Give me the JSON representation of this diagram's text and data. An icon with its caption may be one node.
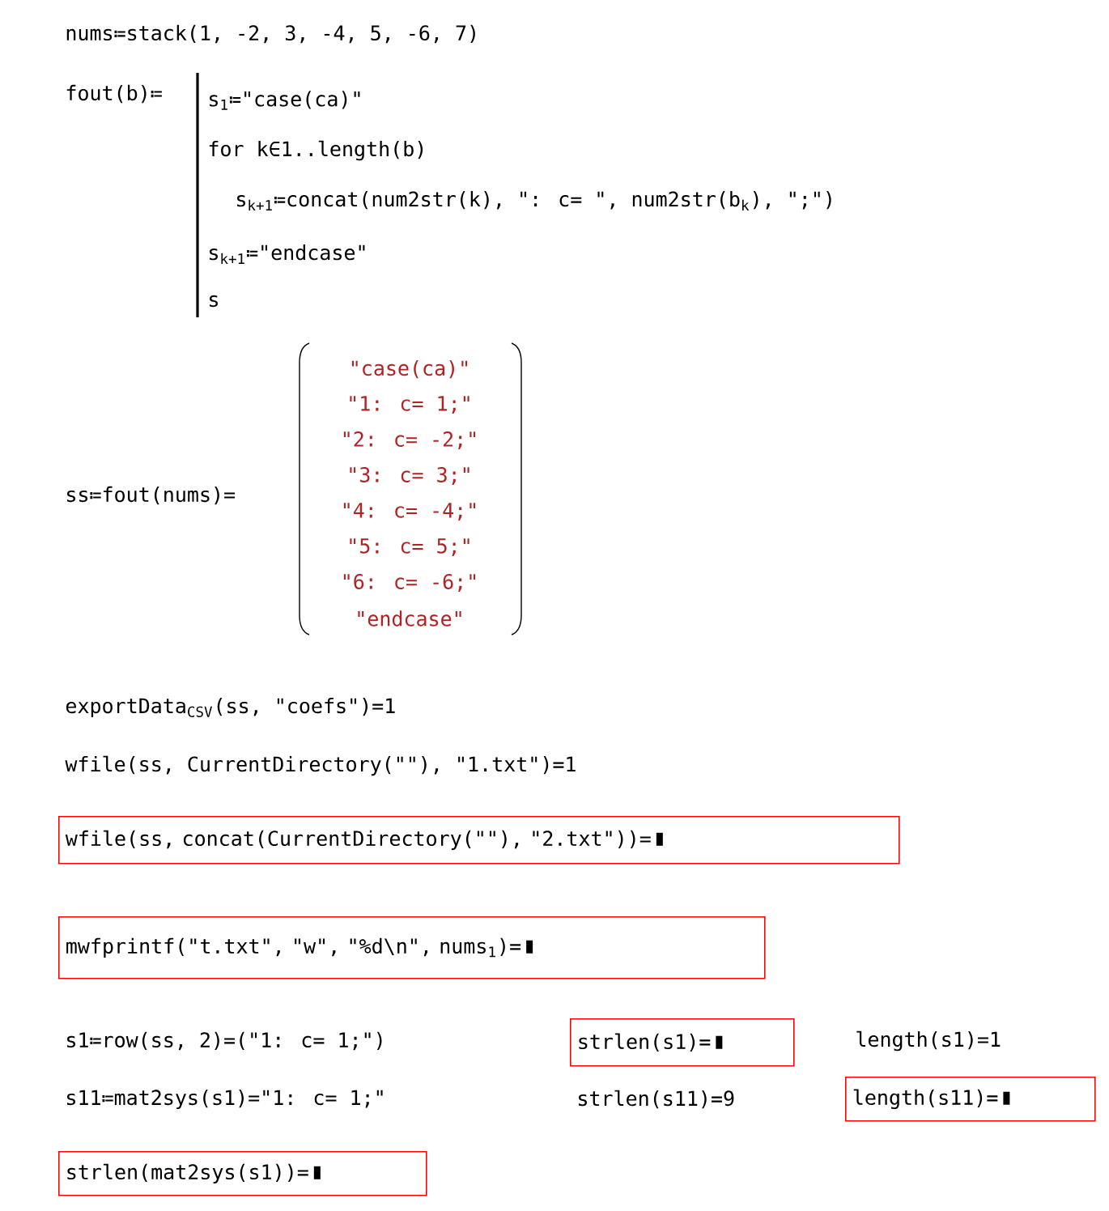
{
  "diagram": {
    "nodes": [
      {
        "text": [
          "wfile(ss, concat(CurrentDirectory(\"\"), \"2.txt\"))="
        ]
      },
      {
        "text": [
          "mwfprintf(\"t.txt\", \"w\", \"%d\\n\", nums$_{1}$)="
        ]
      },
      {
        "text": [
          "strlen(s1)="
        ]
      },
      {
        "text": [
          "length(s11)="
        ]
      },
      {
        "text": [
          "strlen(mat2sys(s1))="
        ]
      }
    ],
    "labels": [
      "nums≔stack(1, -2, 3, -4, 5, -6, 7)",
      "fout(b)≔",
      "s$_{1}$≔\"case(ca)\"",
      "for k∈1..length(b)",
      "s$_{k+1}$≔concat(num2str(k), \":  c= \", num2str(b$_{k}$), \";\")",
      "s$_{k+1}$≔\"endcase\"",
      "s",
      "ss≔fout(nums)=",
      "\"case(ca)\"",
      "\"1:  c= 1;\"",
      "\"2:  c= -2;\"",
      "\"3:  c= 3;\"",
      "\"4:  c= -4;\"",
      "\"5:  c= 5;\"",
      "\"6:  c= -6;\"",
      "\"endcase\"",
      "exportData$_{CSV}$(ss, \"coefs\")=1",
      "wfile(ss, CurrentDirectory(\"\"), \"1.txt\")=1",
      "s1≔row(ss, 2)=(\"1:  c= 1;\")",
      "length(s1)=1",
      "s11≔mat2sys(s1)=\"1:  c= 1;\"",
      "strlen(s11)=9"
    ]
  }
}
